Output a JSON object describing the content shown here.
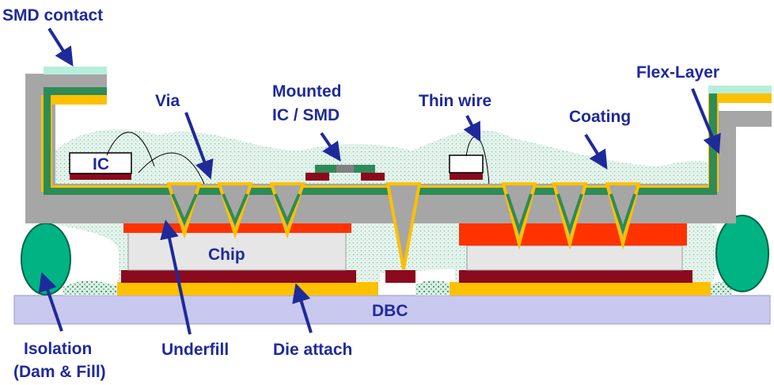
{
  "colors": {
    "label": "#1f2a9a",
    "flex_gray": "#a6a6a6",
    "copper_yellow": "#ffc000",
    "polyimide_green": "#2e8b57",
    "smd_contact": "#b7eedb",
    "dark_red": "#8b0a1e",
    "bright_red": "#ff3300",
    "chip_gray": "#e6e6e6",
    "dbc_lavender": "#c9c9ef",
    "isolation_green": "#00b383",
    "coating_dots": "#8cc9b0"
  },
  "labels": {
    "smd_contact": "SMD contact",
    "via": "Via",
    "mounted_line1": "Mounted",
    "mounted_line2": "IC / SMD",
    "thin_wire": "Thin wire",
    "coating": "Coating",
    "flex_layer": "Flex-Layer",
    "ic": "IC",
    "chip": "Chip",
    "dbc": "DBC",
    "isolation_line1": "Isolation",
    "isolation_line2": "(Dam & Fill)",
    "underfill": "Underfill",
    "die_attach": "Die attach"
  }
}
